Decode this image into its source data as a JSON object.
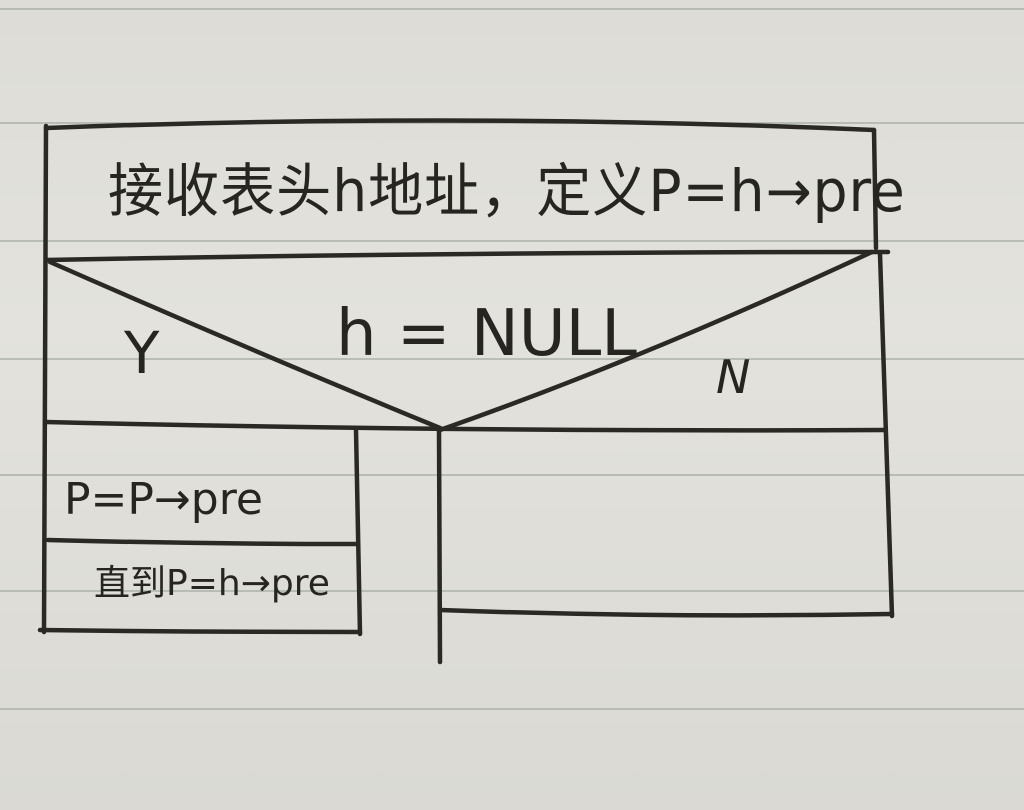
{
  "diagram": {
    "header_text": "接收表头h地址，定义P=h→pre",
    "condition_text": "h = NULL",
    "yes_label": "Y",
    "no_label": "N",
    "yes_branch": {
      "statement_1": "P=P→pre",
      "statement_2": "直到P=h→pre"
    },
    "no_branch": {
      "statement": ""
    }
  },
  "colors": {
    "ink": "#2a2926",
    "paper": "#dddcd6",
    "rule_lines": "#a9b0ab"
  }
}
